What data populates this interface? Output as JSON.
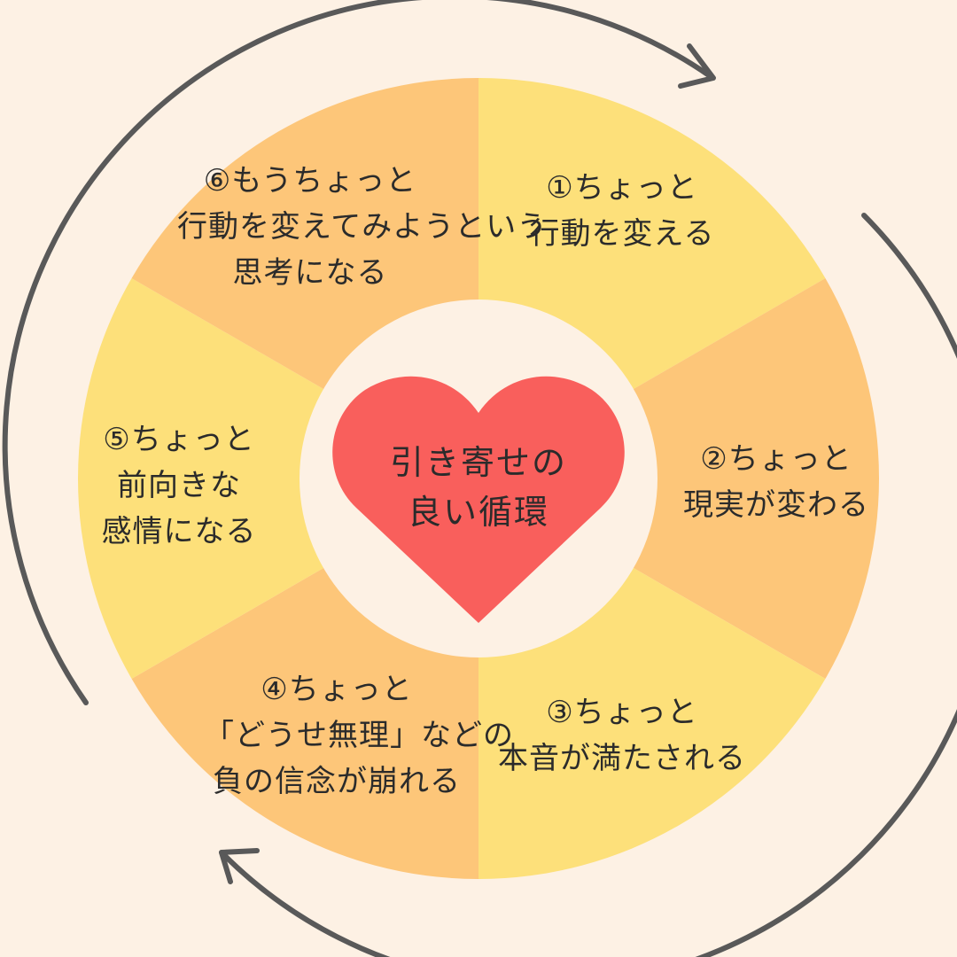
{
  "colors": {
    "background": "#fdf1e4",
    "segment_yellow": "#fde07a",
    "segment_orange": "#fdc679",
    "heart": "#f95f5c",
    "arrow": "#595959",
    "text": "#2b2b2b"
  },
  "center": {
    "line1": "引き寄せの",
    "line2": "良い循環",
    "icon": "heart-icon"
  },
  "segments": [
    {
      "lines": [
        "①ちょっと",
        "行動を変える"
      ]
    },
    {
      "lines": [
        "②ちょっと",
        "現実が変わる"
      ]
    },
    {
      "lines": [
        "③ちょっと",
        "本音が満たされる"
      ]
    },
    {
      "lines": [
        "④ちょっと",
        "「どうせ無理」などの",
        "負の信念が崩れる"
      ]
    },
    {
      "lines": [
        "⑤ちょっと",
        "前向きな",
        "感情になる"
      ]
    },
    {
      "lines": [
        "⑥もうちょっと",
        "行動を変えてみようという",
        "思考になる"
      ]
    }
  ],
  "arrows": {
    "direction": "clockwise",
    "icon": "circular-arrow-icon"
  }
}
